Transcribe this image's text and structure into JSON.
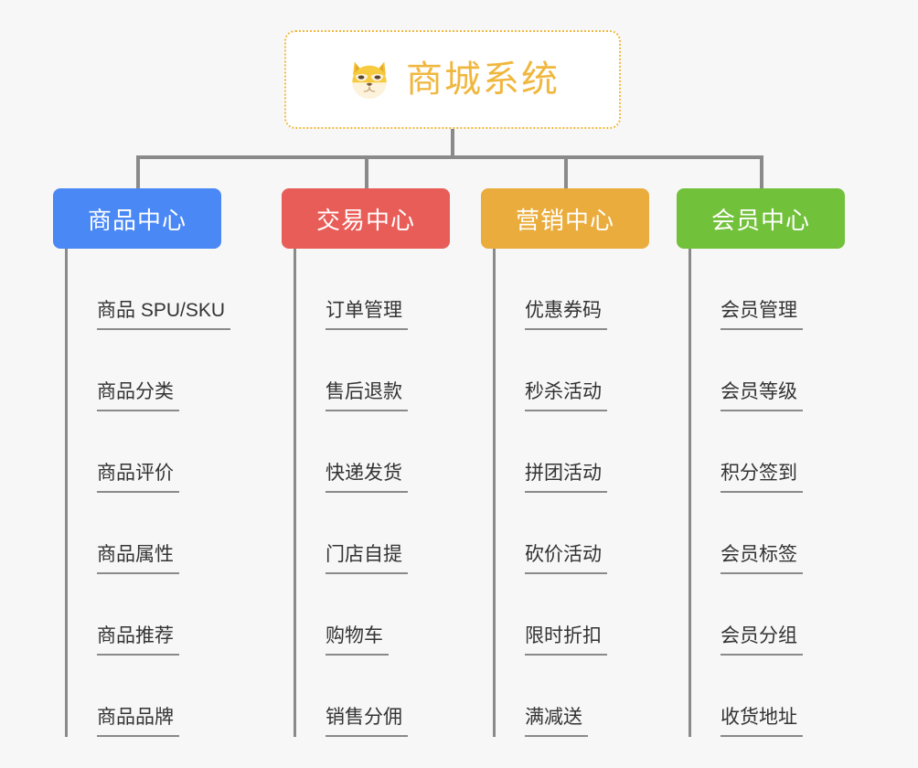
{
  "root": {
    "title": "商城系统",
    "icon": "shiba-dog-face-icon",
    "border_color": "#efb93f",
    "text_color": "#f0b73e",
    "background": "#ffffff"
  },
  "canvas": {
    "background": "#f7f7f7",
    "connector_color": "#8a8a8a"
  },
  "branches": [
    {
      "label": "商品中心",
      "color": "#4988f5",
      "items": [
        "商品 SPU/SKU",
        "商品分类",
        "商品评价",
        "商品属性",
        "商品推荐",
        "商品品牌"
      ]
    },
    {
      "label": "交易中心",
      "color": "#e95d58",
      "items": [
        "订单管理",
        "售后退款",
        "快递发货",
        "门店自提",
        "购物车",
        "销售分佣"
      ]
    },
    {
      "label": "营销中心",
      "color": "#eaac3c",
      "items": [
        "优惠券码",
        "秒杀活动",
        "拼团活动",
        "砍价活动",
        "限时折扣",
        "满减送"
      ]
    },
    {
      "label": "会员中心",
      "color": "#72c13b",
      "items": [
        "会员管理",
        "会员等级",
        "积分签到",
        "会员标签",
        "会员分组",
        "收货地址"
      ]
    }
  ]
}
